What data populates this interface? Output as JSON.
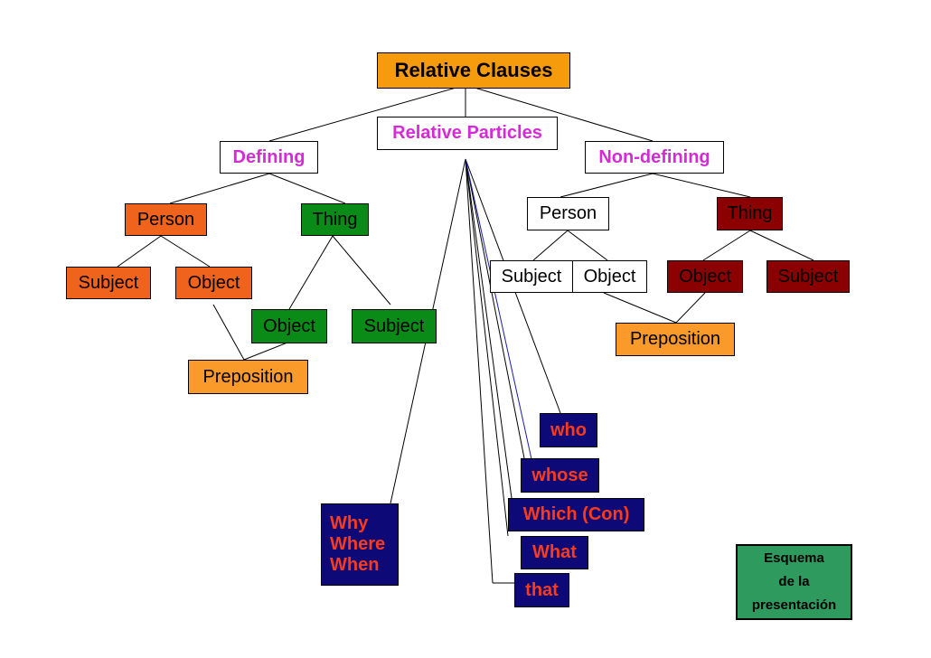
{
  "title": "Relative Clauses",
  "relative_particles": "Relative Particles",
  "defining": {
    "label": "Defining",
    "person": "Person",
    "thing": "Thing",
    "person_subject": "Subject",
    "person_object": "Object",
    "thing_object": "Object",
    "thing_subject": "Subject",
    "preposition": "Preposition"
  },
  "non_defining": {
    "label": "Non-defining",
    "person": "Person",
    "thing": "Thing",
    "person_subject": "Subject",
    "person_object": "Object",
    "thing_object": "Object",
    "thing_subject": "Subject",
    "preposition": "Preposition"
  },
  "particles": {
    "who": "who",
    "whose": "whose",
    "which": "Which (Con)",
    "what": "What",
    "that": "that",
    "why_where_when": [
      "Why",
      "Where",
      "When"
    ]
  },
  "footer": [
    "Esquema",
    "de la",
    "presentación"
  ],
  "colors": {
    "orange_title": "#f59b0c",
    "orange_dark": "#f0631c",
    "orange_light": "#f99a2a",
    "green": "#0a8a16",
    "dark_red": "#8b0000",
    "navy": "#0d0a78",
    "particle_text": "#ff3a1a",
    "magenta": "#d62ad6",
    "footer_green": "#2e9a5e"
  }
}
